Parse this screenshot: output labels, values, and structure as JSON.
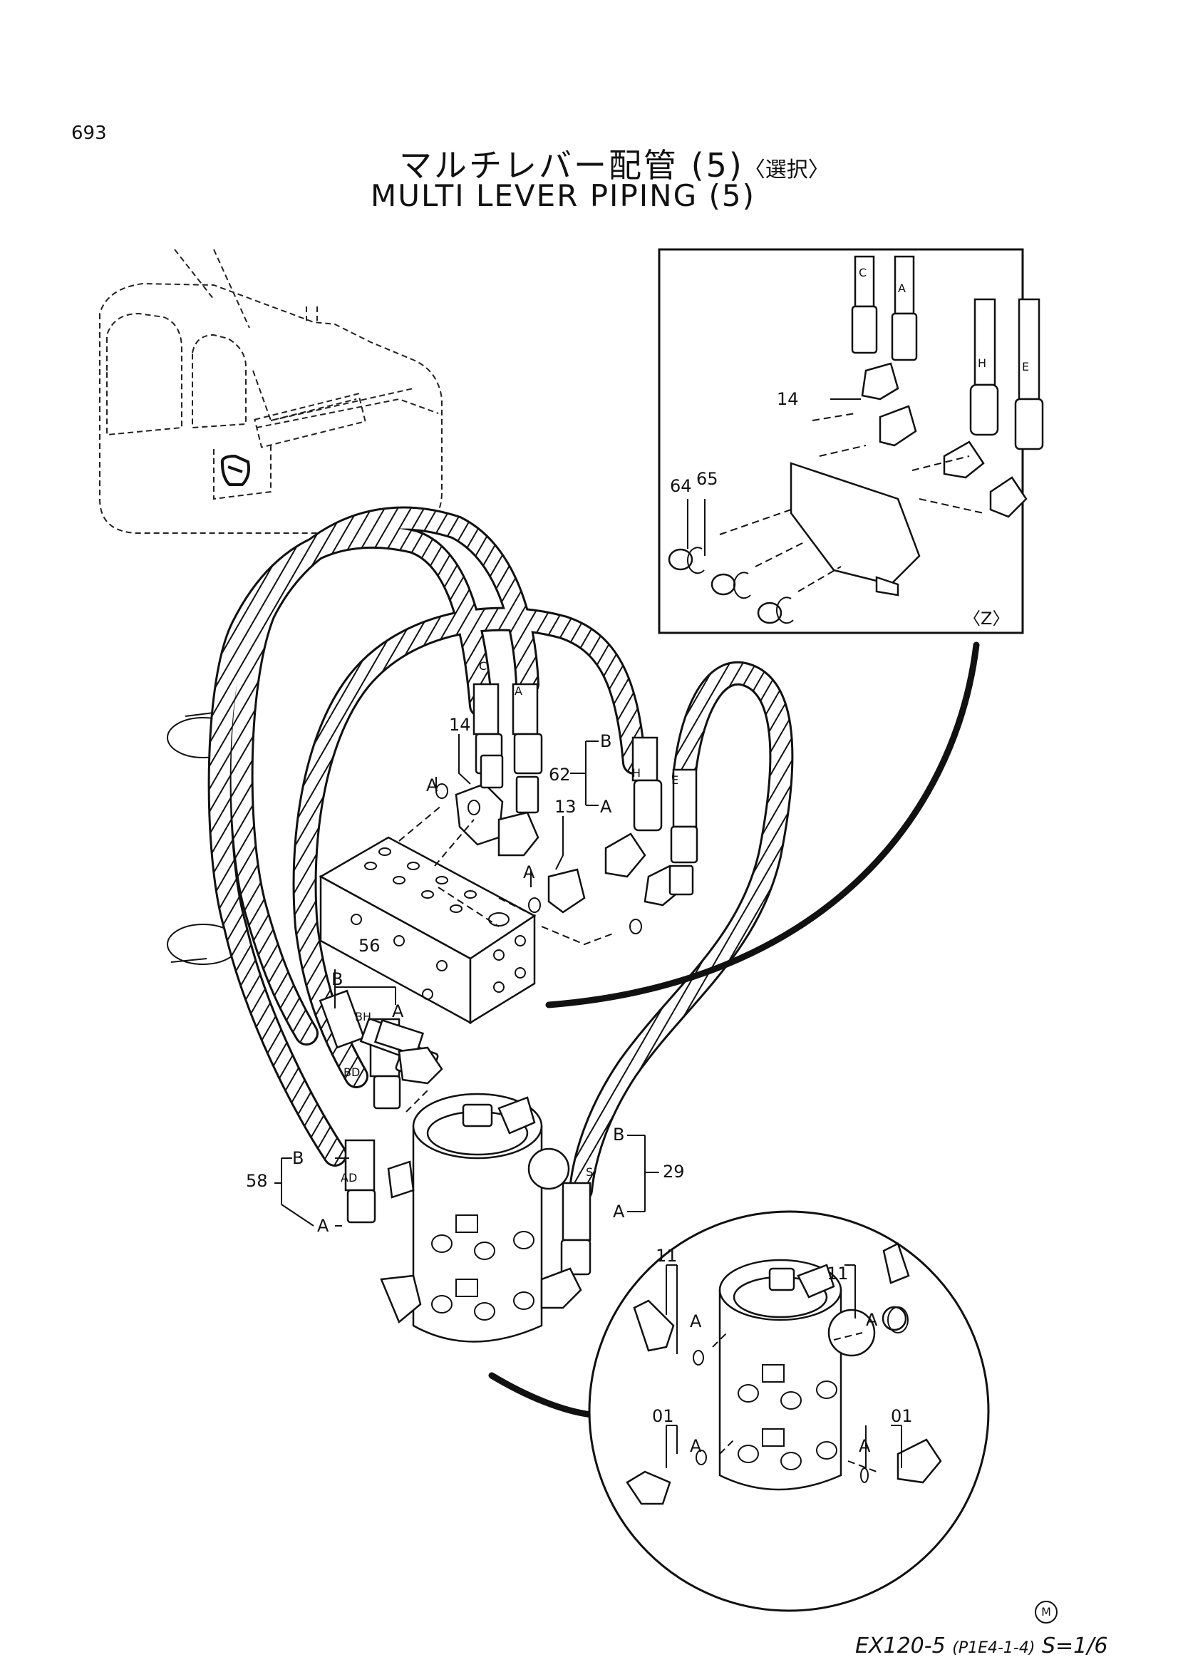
{
  "header": {
    "page_number": "693",
    "title_jp": "マルチレバー配管 (5)",
    "title_jp_option": "〈選択〉",
    "title_en": "MULTI LEVER PIPING (5)"
  },
  "footer": {
    "model": "EX120-5",
    "reference": "(P1E4-1-4)",
    "scale": "S=1/6",
    "mark": "M"
  },
  "detail_z": {
    "label": "〈Z〉",
    "callouts": {
      "c14": "14",
      "c64": "64",
      "c65": "65"
    },
    "hose_letters": {
      "c": "C",
      "a": "A",
      "h": "H",
      "e": "E"
    }
  },
  "main": {
    "callouts": {
      "c14": "14",
      "c13": "13",
      "c56": "56",
      "c62": "62",
      "c58": "58",
      "c29": "29"
    },
    "letters": {
      "a1": "A",
      "a2": "A",
      "b56": "B",
      "a56": "A",
      "b62": "B",
      "a62": "A",
      "b58": "B",
      "a58": "A",
      "b29": "B",
      "a29": "A"
    },
    "hose_letters": {
      "c": "C",
      "a": "A",
      "h": "H",
      "e": "E",
      "bh": "BH",
      "bd": "BD",
      "ad": "AD",
      "s": "S"
    }
  },
  "detail_valve": {
    "callouts": {
      "c11l": "11",
      "c11r": "11",
      "c01l": "01",
      "c01r": "01"
    },
    "letters": {
      "a1": "A",
      "a2": "A",
      "a3": "A",
      "a4": "A"
    }
  }
}
